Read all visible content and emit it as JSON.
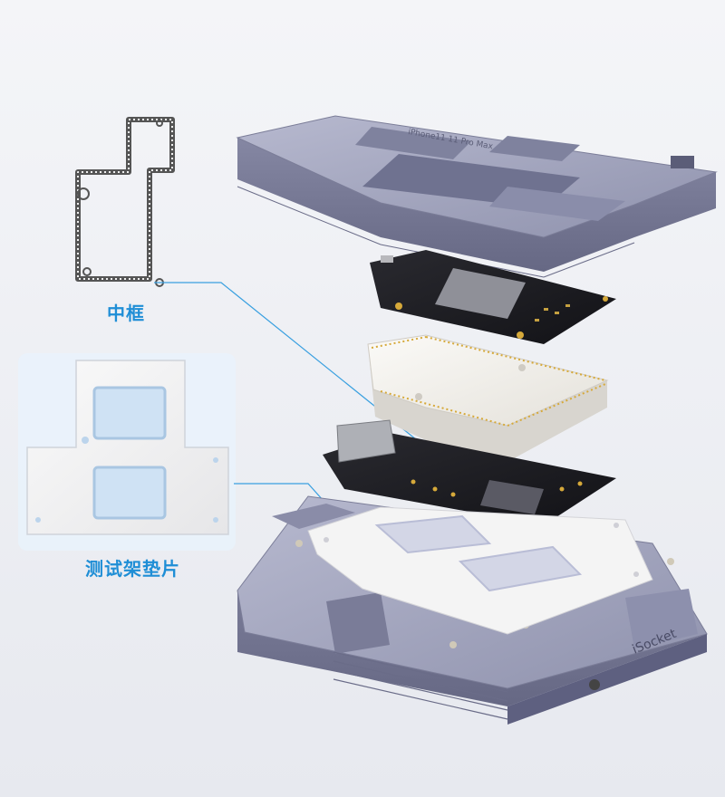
{
  "labels": {
    "middle_frame": "中框",
    "test_shim": "测试架垫片"
  },
  "markings": {
    "top_frame_model": "iPhone11 11 Pro Max",
    "base_brand": "iSocket"
  },
  "colors": {
    "background": "#eef0f4",
    "callout_line": "#3aa0e0",
    "label_text": "#1f8ed6",
    "metal": "#9a9cb6",
    "metal_dark": "#6e7090",
    "pcb": "#1c1c20",
    "gold": "#d6a93a",
    "plastic": "#f3f1ec"
  }
}
